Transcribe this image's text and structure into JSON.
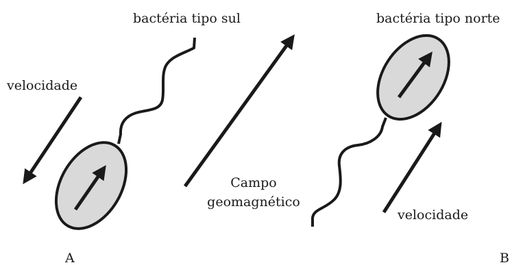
{
  "labels": {
    "south_bacterium": "bactéria tipo sul",
    "north_bacterium": "bactéria tipo norte",
    "velocity_a": "velocidade",
    "velocity_b": "velocidade",
    "field_line1": "Campo",
    "field_line2": "geomagnético",
    "panel_a": "A",
    "panel_b": "B"
  },
  "colors": {
    "ink": "#1a1a1a",
    "cell_fill": "#d9d9d9"
  }
}
